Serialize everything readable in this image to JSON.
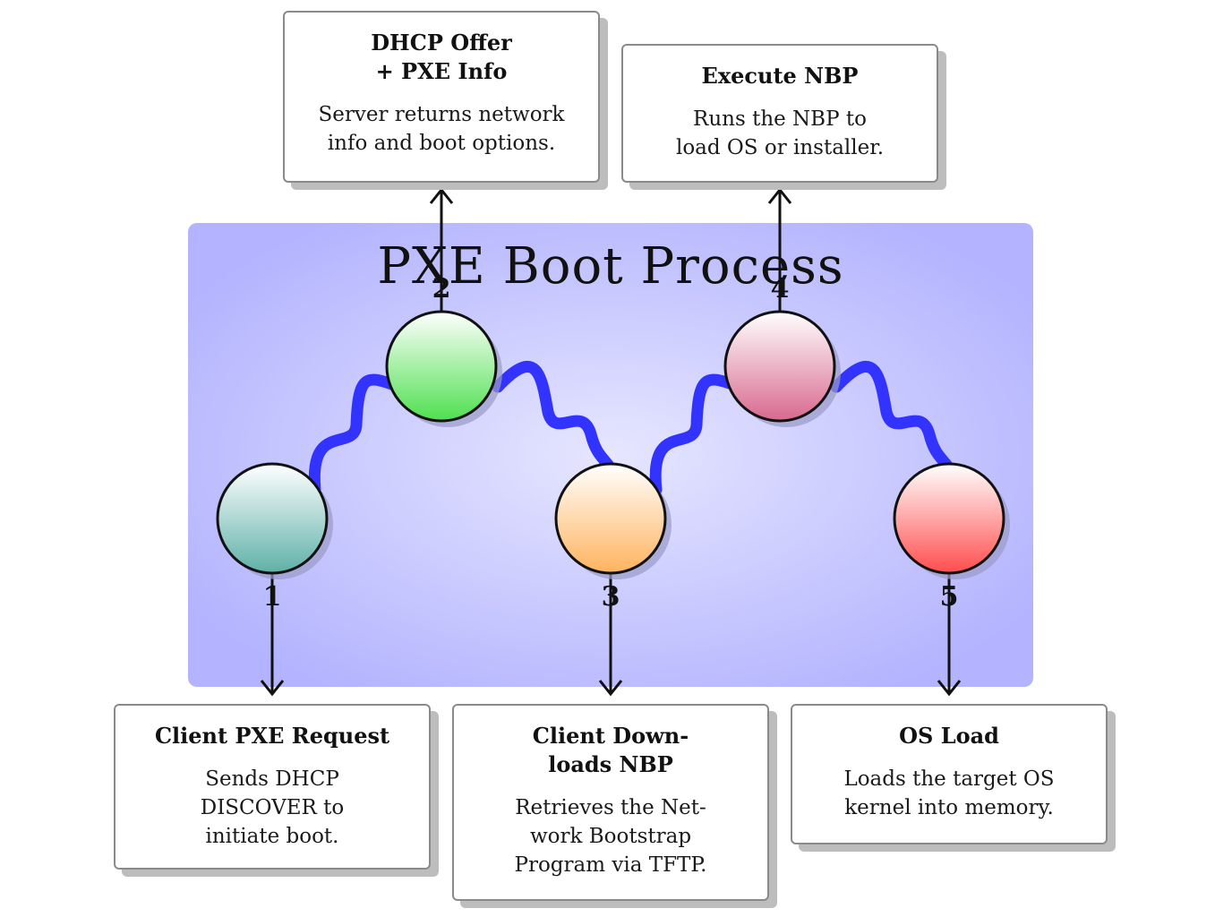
{
  "diagram": {
    "title": "PXE Boot Process",
    "steps": [
      {
        "number": "1",
        "title": "Client PXE Request",
        "description": "Sends DHCP\nDISCOVER to\ninitiate boot.",
        "color": "#5fb0a8"
      },
      {
        "number": "2",
        "title": "DHCP Offer\n+ PXE Info",
        "description": "Server returns network\ninfo and boot options.",
        "color": "#4ee04e"
      },
      {
        "number": "3",
        "title": "Client Down-\nloads NBP",
        "description": "Retrieves the Net-\nwork Bootstrap\nProgram via TFTP.",
        "color": "#ffb35e"
      },
      {
        "number": "4",
        "title": "Execute NBP",
        "description": "Runs the NBP to\nload OS or installer.",
        "color": "#d8698f"
      },
      {
        "number": "5",
        "title": "OS Load",
        "description": "Loads the target OS\nkernel into memory.",
        "color": "#ff4d4d"
      }
    ],
    "colors": {
      "background_panel": "#b3b3ff",
      "background_center": "#e6e6ff",
      "connector": "#3333ff"
    }
  }
}
